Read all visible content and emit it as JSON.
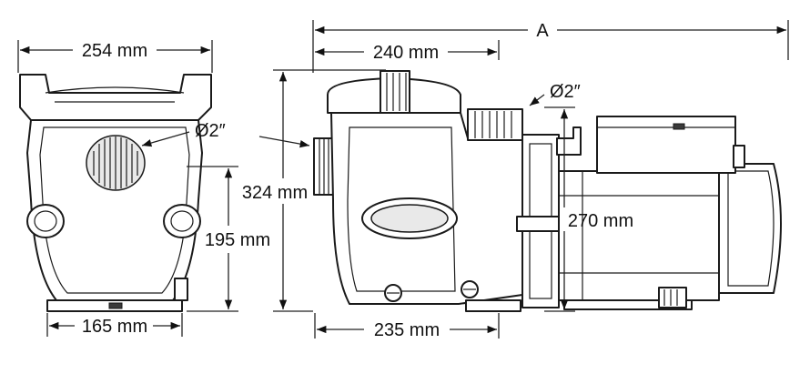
{
  "dimensions": {
    "front_width": "254 mm",
    "base_width": "165 mm",
    "inlet_height": "195 mm",
    "overall_height": "324 mm",
    "basket_length": "240 mm",
    "base_length": "235 mm",
    "motor_height": "270 mm",
    "overall_length": "A",
    "inlet_diameter": "Ø2″",
    "outlet_diameter": "Ø2″"
  },
  "colors": {
    "line": "#1a1a1a",
    "shade": "#e9e9e9"
  }
}
